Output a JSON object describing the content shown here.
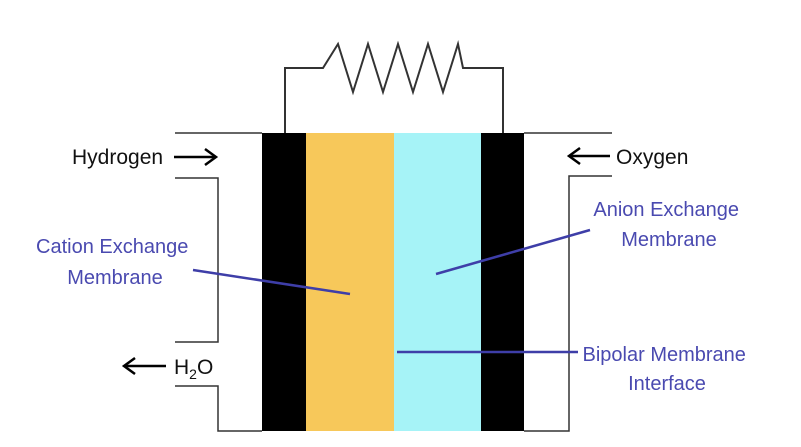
{
  "labels": {
    "hydrogen": "Hydrogen",
    "oxygen": "Oxygen",
    "water_main": "H",
    "water_sub": "2",
    "water_tail": "O",
    "cation_line1": "Cation Exchange",
    "cation_line2": "Membrane",
    "anion_line1": "Anion Exchange",
    "anion_line2": "Membrane",
    "bipolar_line1": "Bipolar Membrane",
    "bipolar_line2": "Interface"
  },
  "colors": {
    "electrode": "#000000",
    "cation_membrane": "#f7c85a",
    "anion_membrane": "#a6f3f7",
    "callout": "#3e3ea8",
    "outline": "#333333"
  },
  "icons": {
    "resistor": "resistor-icon",
    "arrow_in_left": "arrow-right-icon",
    "arrow_in_right": "arrow-left-icon",
    "arrow_out": "arrow-left-icon"
  }
}
